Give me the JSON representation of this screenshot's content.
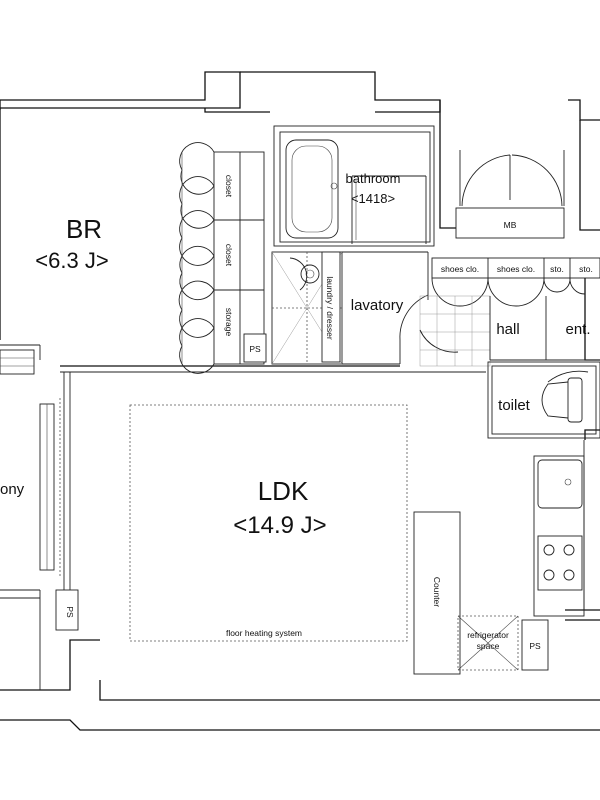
{
  "rooms": {
    "br_name": "BR",
    "br_size": "<6.3 J>",
    "ldk_name": "LDK",
    "ldk_size": "<14.9 J>",
    "bathroom": "bathroom",
    "bathroom_size": "<1418>",
    "lavatory": "lavatory",
    "hall": "hall",
    "ent": "ent.",
    "toilet": "toilet",
    "balcony_partial": "ony"
  },
  "fixtures": {
    "mb": "MB",
    "closet_1": "closet",
    "closet_2": "closet",
    "storage": "storage",
    "ps_1": "PS",
    "ps_2": "PS",
    "ps_3": "PS",
    "laundry": "laundry / dresser",
    "shoes_1": "shoes clo.",
    "shoes_2": "shoes clo.",
    "sto_1": "sto.",
    "sto_2": "sto.",
    "counter": "Counter",
    "refrigerator_1": "refrigerator",
    "refrigerator_2": "space",
    "floor_heating": "floor heating system"
  }
}
